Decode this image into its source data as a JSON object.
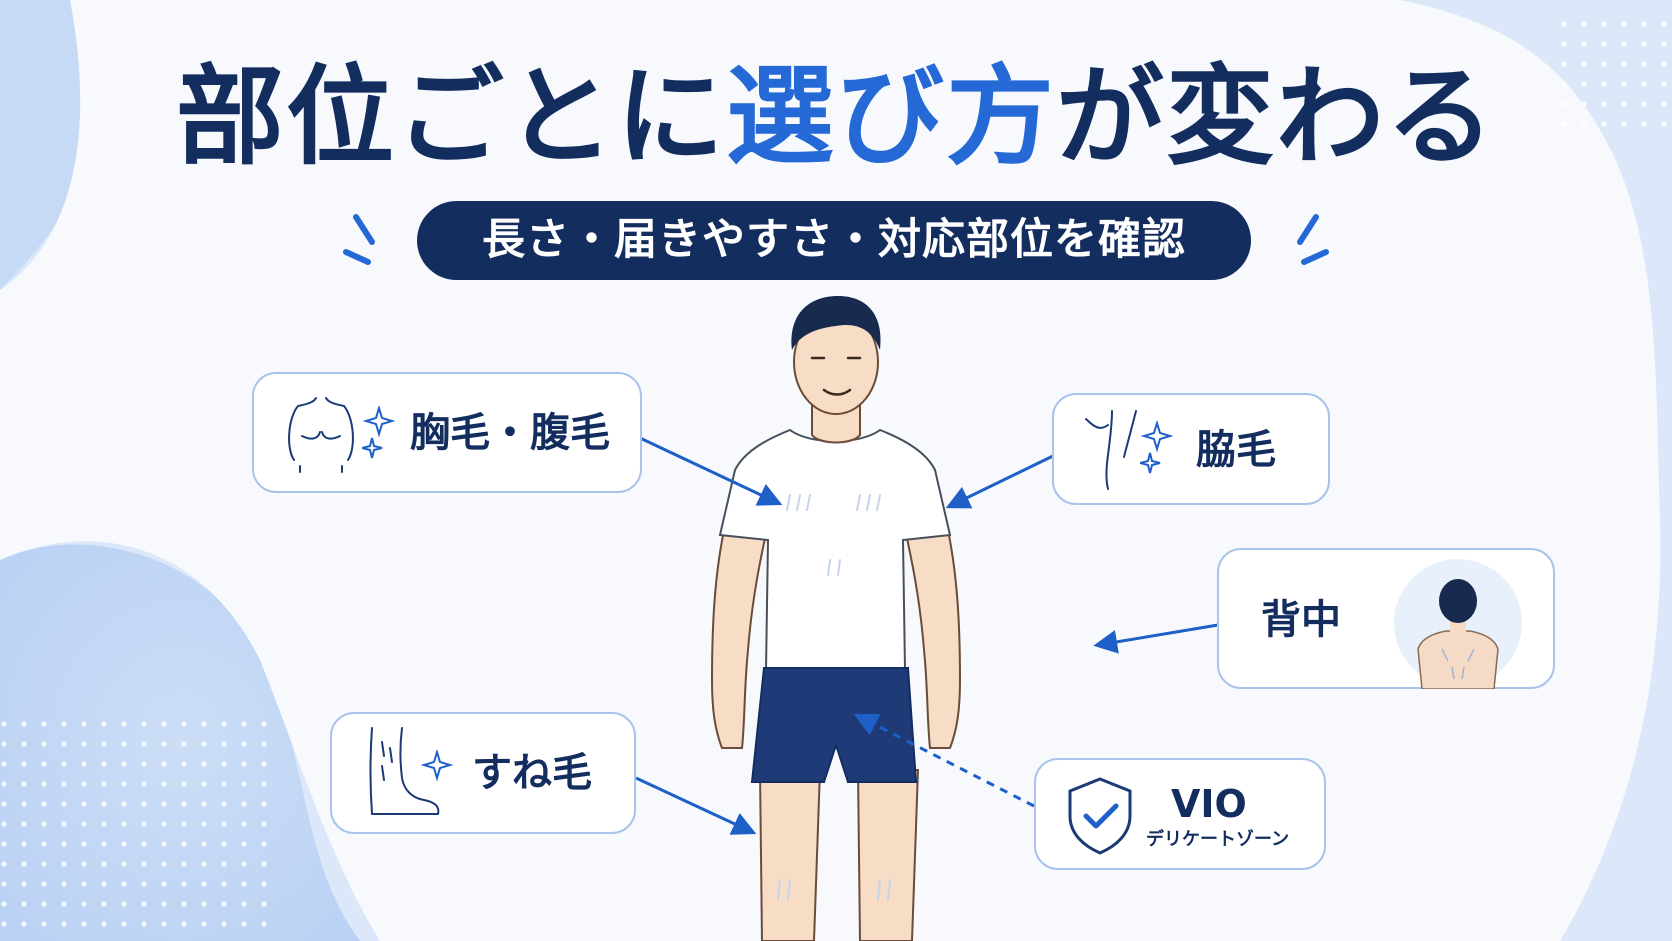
{
  "title": {
    "part1": "部位ごとに",
    "highlight": "選び方",
    "part2": "が変わる"
  },
  "subtitle": "長さ・届きやすさ・対応部位を確認",
  "cards": {
    "chest": {
      "label": "胸毛・腹毛"
    },
    "armpit": {
      "label": "脇毛"
    },
    "back": {
      "label": "背中"
    },
    "shin": {
      "label": "すね毛"
    },
    "vio": {
      "label": "VIO",
      "sublabel": "デリケートゾーン"
    }
  },
  "colors": {
    "navy": "#132d5f",
    "blue": "#2469d6",
    "border": "#a9c3ea",
    "bg_light": "#dfeafb"
  },
  "icons": [
    "chest-outline-icon",
    "armpit-outline-icon",
    "back-person-icon",
    "leg-outline-icon",
    "shield-check-icon",
    "sparkle-icon"
  ]
}
